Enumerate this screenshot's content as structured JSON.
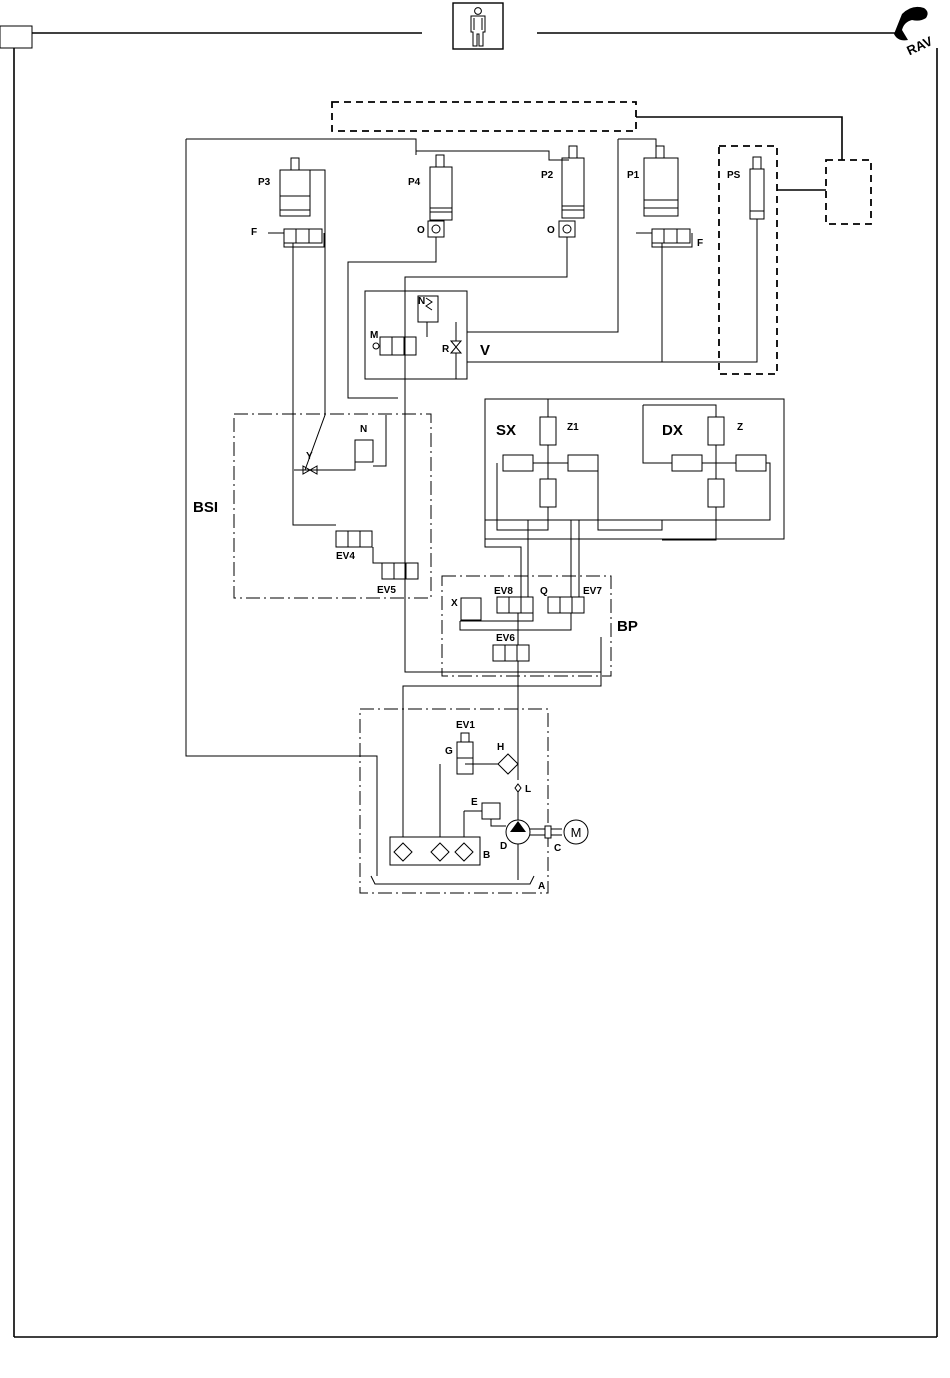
{
  "header": {
    "icon": "operator-person-icon",
    "logo_icon": "brand-logo-icon",
    "logo_text": "RAV"
  },
  "diagram": {
    "labels": {
      "P3": "P3",
      "P4": "P4",
      "P2": "P2",
      "P1": "P1",
      "PS": "PS",
      "F_left": "F",
      "F_right": "F",
      "O_left": "O",
      "O_right": "O",
      "N_top": "N",
      "M": "M",
      "R": "R",
      "V": "V",
      "N_mid": "N",
      "Y": "Y",
      "BSI": "BSI",
      "EV4": "EV4",
      "EV5": "EV5",
      "SX": "SX",
      "DX": "DX",
      "Z1": "Z1",
      "Z": "Z",
      "EV8": "EV8",
      "Q": "Q",
      "EV7": "EV7",
      "X": "X",
      "EV6": "EV6",
      "BP": "BP",
      "EV1": "EV1",
      "G": "G",
      "H": "H",
      "L": "L",
      "E": "E",
      "B": "B",
      "D": "D",
      "C": "C",
      "A": "A",
      "motor": "M"
    }
  }
}
